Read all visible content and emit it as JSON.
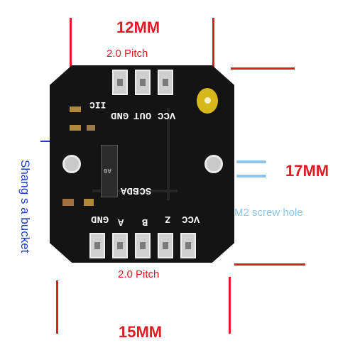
{
  "dimensions": {
    "width_label": "12MM",
    "height_label": "17MM",
    "bottom_label": "15MM"
  },
  "pitch_top": "2.0 Pitch",
  "pitch_bottom": "2.0 Pitch",
  "screw_hole_label": "M2 screw hole",
  "side_note": "Shang s a bucket",
  "board": {
    "top_pins": [
      "GND",
      "OUT",
      "VCC"
    ],
    "top_tag": "IIC",
    "bottom_pins": [
      "GND",
      "A",
      "B",
      "Z",
      "VCC"
    ],
    "bottom_tags": [
      "SCL",
      "SDA"
    ],
    "chip_marking": "AG"
  },
  "colors": {
    "dimension_red": "#e01b24",
    "callout_blue": "#1c3fd0",
    "screw_blue": "#8ec5ea",
    "board_black": "#141414",
    "mount_gold": "#d7b81a"
  }
}
